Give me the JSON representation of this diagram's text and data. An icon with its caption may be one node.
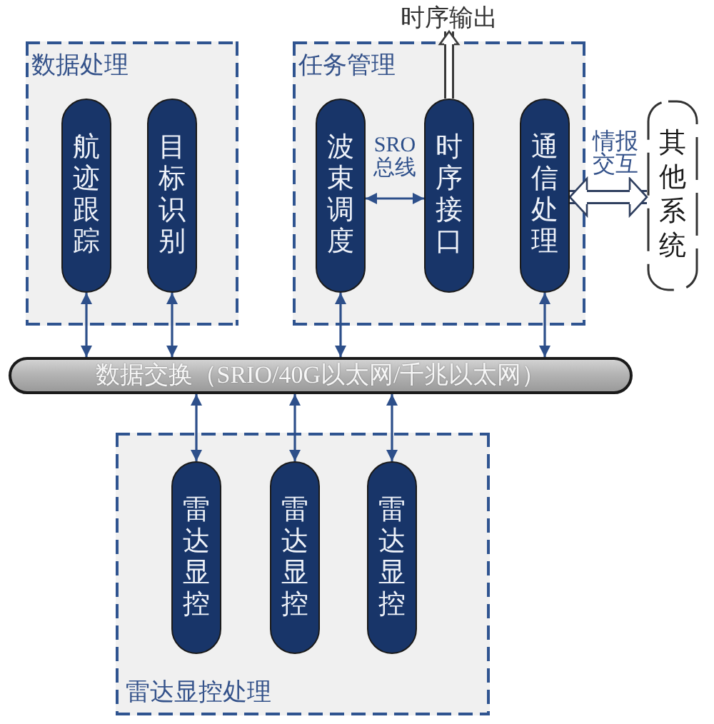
{
  "diagram": {
    "nodes": [
      {
        "text": [
          "数据处理"
        ]
      },
      {
        "text": [
          "航迹跟踪"
        ],
        "in": 0
      },
      {
        "text": [
          "目标识别"
        ],
        "in": 0
      },
      {
        "text": [
          "任务管理"
        ]
      },
      {
        "text": [
          "波束调度"
        ],
        "in": 3
      },
      {
        "text": [
          "时序接口"
        ],
        "in": 3
      },
      {
        "text": [
          "通信处理"
        ],
        "in": 3
      },
      {
        "text": [
          "时序输出"
        ]
      },
      {
        "text": [
          "其他系统"
        ]
      },
      {
        "text": [
          "数据交换（SRIO/40G以太网/千兆以太网）"
        ]
      },
      {
        "text": [
          "雷达显控处理"
        ]
      },
      {
        "text": [
          "雷达显控"
        ],
        "in": 10
      },
      {
        "text": [
          "雷达显控"
        ],
        "in": 10
      },
      {
        "text": [
          "雷达显控"
        ],
        "in": 10
      }
    ],
    "edges": [
      {
        "from": 1,
        "to": 9,
        "arrow": "both"
      },
      {
        "from": 2,
        "to": 9,
        "arrow": "both"
      },
      {
        "from": 4,
        "to": 9,
        "arrow": "both"
      },
      {
        "from": 6,
        "to": 9,
        "arrow": "both"
      },
      {
        "from": 9,
        "to": 11,
        "arrow": "both"
      },
      {
        "from": 9,
        "to": 12,
        "arrow": "both"
      },
      {
        "from": 9,
        "to": 13,
        "arrow": "both"
      },
      {
        "from": 4,
        "to": 5,
        "arrow": "both",
        "label": "SRO总线"
      },
      {
        "from": 5,
        "to": 7,
        "arrow": "to",
        "style": "thick",
        "color": "#3a3a3a"
      },
      {
        "from": 6,
        "to": 8,
        "arrow": "both",
        "label": "情报交互",
        "style": "thick",
        "color": "#2f3f5f"
      }
    ]
  }
}
